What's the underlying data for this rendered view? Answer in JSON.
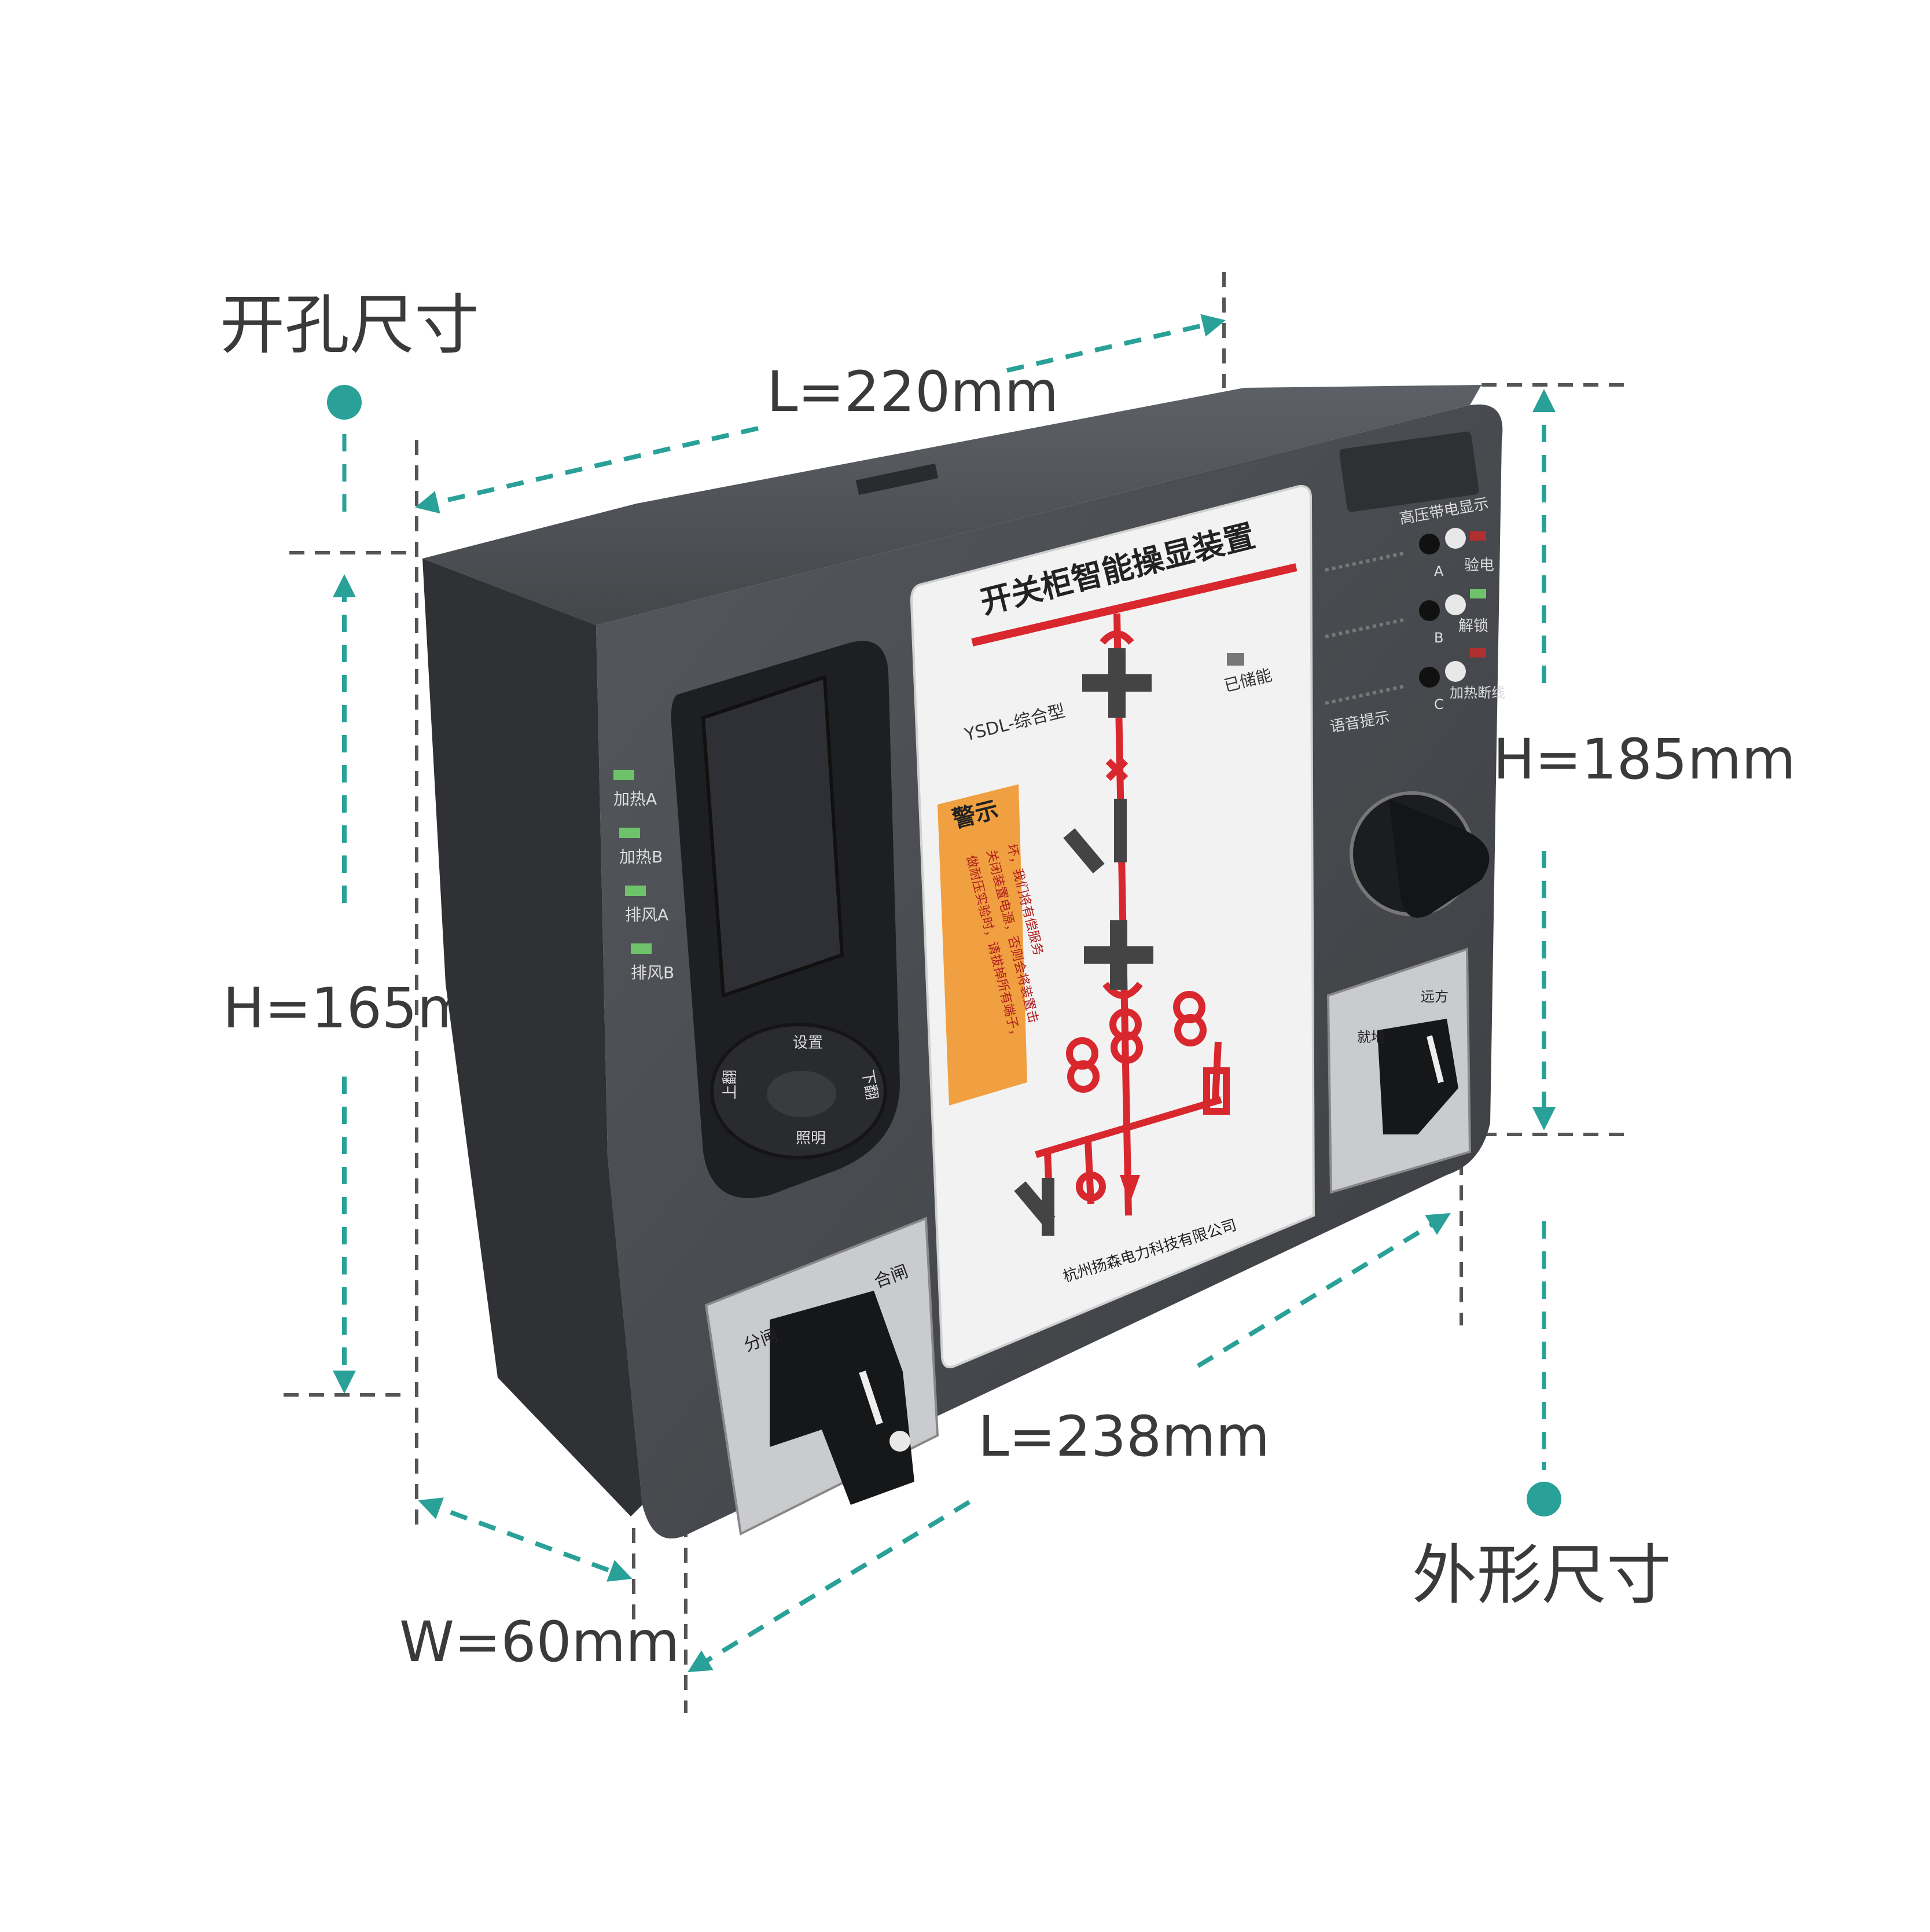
{
  "labels": {
    "cutout_title": "开孔尺寸",
    "outline_title": "外形尺寸",
    "cutout_length": "L=220mm",
    "cutout_height": "H=165mm",
    "outline_height": "H=185mm",
    "outline_length": "L=238mm",
    "width": "W=60mm"
  },
  "device": {
    "panel_title": "开关柜智能操显装置",
    "model": "YSDL-综合型",
    "stored_energy": "已储能",
    "warning_title": "警示",
    "warning_lines": [
      "坏，我们将有偿服务",
      "关闭装置电源，否则会将装置击",
      "做耐压实验时，请拔掉所有端子，"
    ],
    "company": "杭州扬森电力科技有限公司",
    "left_leds": [
      "加热A",
      "加热B",
      "排风A",
      "排风B"
    ],
    "keypad": {
      "up": "设置",
      "right": "下翻",
      "down": "照明",
      "left": "上翻"
    },
    "right_panel": {
      "hv_title": "高压带电显示",
      "phases": [
        "A",
        "B",
        "C"
      ],
      "side_labels": [
        "验电",
        "解锁",
        "加热断线"
      ],
      "voice": "语音提示"
    },
    "switch_left": {
      "close": "合闸",
      "open": "分闸"
    },
    "switch_right": {
      "local": "就地",
      "remote": "远方"
    }
  },
  "colors": {
    "accent": "#2aa198",
    "device_body": "#45474b",
    "panel_red": "#d9272e",
    "warning_orange": "#f0a040",
    "led_green": "#6ec26a"
  }
}
